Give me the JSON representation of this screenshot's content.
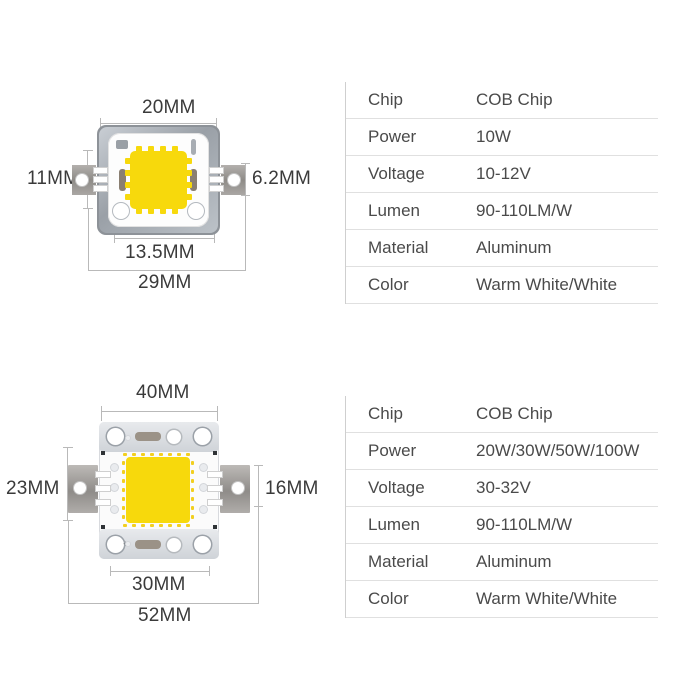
{
  "products": [
    {
      "id": "cob-10w",
      "diagram": {
        "name": "led-cob-chip-10w-diagram",
        "phosphor_color": "#f7d90c",
        "dimensions": {
          "top": "20MM",
          "left": "11MM",
          "right": "6.2MM",
          "bottom_inner": "13.5MM",
          "bottom_outer": "29MM"
        }
      },
      "spec_table": {
        "name": "spec-table-10w",
        "rows": [
          {
            "key": "Chip",
            "value": "COB Chip"
          },
          {
            "key": "Power",
            "value": "10W"
          },
          {
            "key": "Voltage",
            "value": "10-12V"
          },
          {
            "key": "Lumen",
            "value": "90-110LM/W"
          },
          {
            "key": "Material",
            "value": "Aluminum"
          },
          {
            "key": "Color",
            "value": "Warm White/White"
          }
        ]
      }
    },
    {
      "id": "cob-multi",
      "diagram": {
        "name": "led-cob-chip-100w-diagram",
        "phosphor_color": "#f7d90c",
        "dimensions": {
          "top": "40MM",
          "left": "23MM",
          "right": "16MM",
          "bottom_inner": "30MM",
          "bottom_outer": "52MM"
        }
      },
      "spec_table": {
        "name": "spec-table-100w",
        "rows": [
          {
            "key": "Chip",
            "value": "COB Chip"
          },
          {
            "key": "Power",
            "value": "20W/30W/50W/100W"
          },
          {
            "key": "Voltage",
            "value": "30-32V"
          },
          {
            "key": "Lumen",
            "value": "90-110LM/W"
          },
          {
            "key": "Material",
            "value": "Aluminum"
          },
          {
            "key": "Color",
            "value": "Warm White/White"
          }
        ]
      }
    }
  ],
  "theme": {
    "background": "#ffffff",
    "text_color": "#4a4a4a",
    "rule_color": "#e0e0e0",
    "dimension_line_color": "#b9b9b9"
  }
}
